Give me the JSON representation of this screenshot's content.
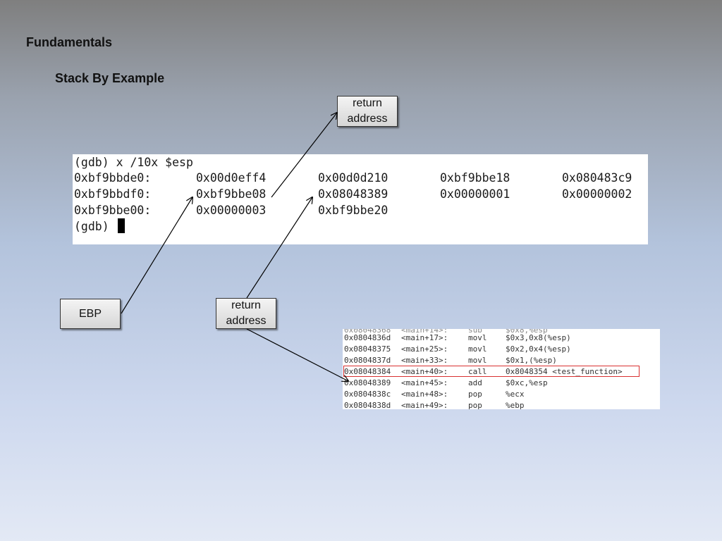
{
  "slide": {
    "title": "Fundamentals",
    "subtitle": "Stack By Example"
  },
  "gdb": {
    "command": "(gdb) x /10x $esp",
    "rows": [
      {
        "addr": "0xbf9bbde0:",
        "values": [
          "0x00d0eff4",
          "0x00d0d210",
          "0xbf9bbe18",
          "0x080483c9"
        ]
      },
      {
        "addr": "0xbf9bbdf0:",
        "values": [
          "0xbf9bbe08",
          "0x08048389",
          "0x00000001",
          "0x00000002"
        ]
      },
      {
        "addr": "0xbf9bbe00:",
        "values": [
          "0x00000003",
          "0xbf9bbe20"
        ]
      }
    ],
    "prompt": "(gdb)"
  },
  "labels": {
    "return_top": "return\naddress",
    "ebp": "EBP",
    "return_mid": "return\naddress"
  },
  "asm": {
    "rows": [
      {
        "addr": "0x0804836d",
        "sym": "<main+17>:",
        "op": "movl",
        "args": "$0x3,0x8(%esp)"
      },
      {
        "addr": "0x08048375",
        "sym": "<main+25>:",
        "op": "movl",
        "args": "$0x2,0x4(%esp)"
      },
      {
        "addr": "0x0804837d",
        "sym": "<main+33>:",
        "op": "movl",
        "args": "$0x1,(%esp)"
      },
      {
        "addr": "0x08048384",
        "sym": "<main+40>:",
        "op": "call",
        "args": "0x8048354 <test_function>"
      },
      {
        "addr": "0x08048389",
        "sym": "<main+45>:",
        "op": "add",
        "args": "$0xc,%esp"
      },
      {
        "addr": "0x0804838c",
        "sym": "<main+48>:",
        "op": "pop",
        "args": "%ecx"
      },
      {
        "addr": "0x0804838d",
        "sym": "<main+49>:",
        "op": "pop",
        "args": "%ebp"
      }
    ],
    "highlight_color": "#d93030"
  }
}
